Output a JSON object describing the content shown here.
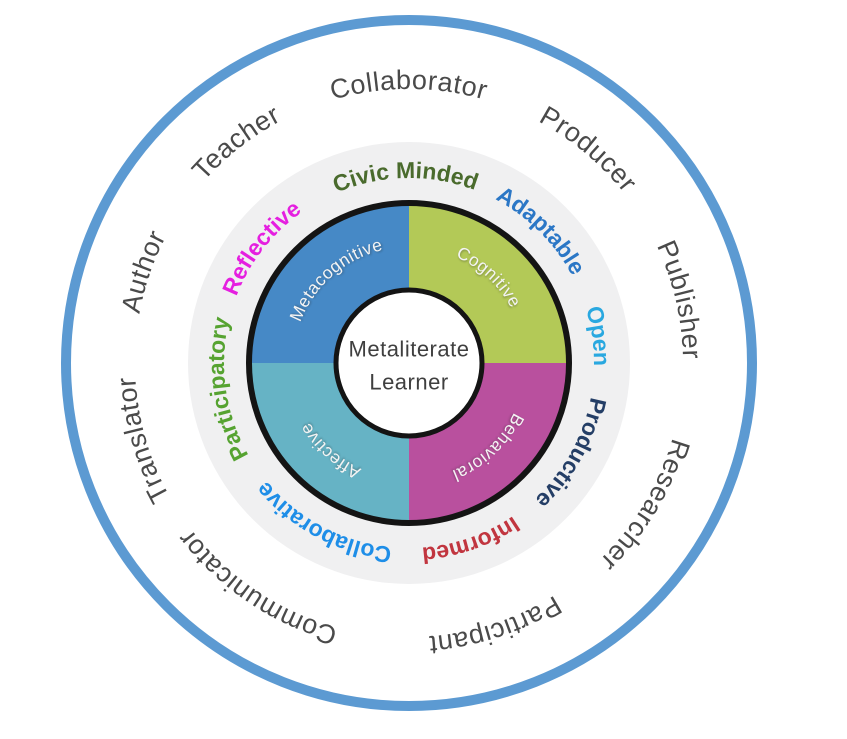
{
  "center": {
    "label_line1": "Metaliterate",
    "label_line2": "Learner",
    "text_color": "#3f3f3f",
    "fill_color": "#ffffff",
    "outline_color": "#141414"
  },
  "outer_ring": {
    "stroke_color": "#5c9ad2",
    "fill_color": "#ffffff",
    "text_color": "#4a4a4a",
    "roles": [
      {
        "label": "Collaborator",
        "angle": 0
      },
      {
        "label": "Producer",
        "angle": 40
      },
      {
        "label": "Publisher",
        "angle": 77
      },
      {
        "label": "Researcher",
        "angle": 121
      },
      {
        "label": "Participant",
        "angle": 162
      },
      {
        "label": "Communicator",
        "angle": 214
      },
      {
        "label": "Translator",
        "angle": 254
      },
      {
        "label": "Author",
        "angle": 289
      },
      {
        "label": "Teacher",
        "angle": 322
      }
    ]
  },
  "characteristics_ring": {
    "bg_color": "#f0f0f1",
    "items": [
      {
        "label": "Civic Minded",
        "angle": 359,
        "color": "#4a6b2d"
      },
      {
        "label": "Adaptable",
        "angle": 45,
        "color": "#2b77c6"
      },
      {
        "label": "Open",
        "angle": 82,
        "color": "#29a8e0"
      },
      {
        "label": "Productive",
        "angle": 119,
        "color": "#243e66"
      },
      {
        "label": "Informed",
        "angle": 161,
        "color": "#c1353f"
      },
      {
        "label": "Collaborative",
        "angle": 208,
        "color": "#1e8ee8"
      },
      {
        "label": "Participatory",
        "angle": 262,
        "color": "#56a331"
      },
      {
        "label": "Reflective",
        "angle": 308,
        "color": "#e51fe0"
      }
    ]
  },
  "wheel": {
    "outline_color": "#141414",
    "label_color": "#f4f4f4",
    "quadrants": [
      {
        "label": "Metacognitive",
        "angle": 319,
        "color": "#4689c6",
        "position": "top-left"
      },
      {
        "label": "Cognitive",
        "angle": 43,
        "color": "#b3c957",
        "position": "top-right"
      },
      {
        "label": "Behavioral",
        "angle": 137,
        "color": "#b9509e",
        "position": "bottom-right"
      },
      {
        "label": "Affective",
        "angle": 222,
        "color": "#66b3c5",
        "position": "bottom-left"
      }
    ]
  }
}
